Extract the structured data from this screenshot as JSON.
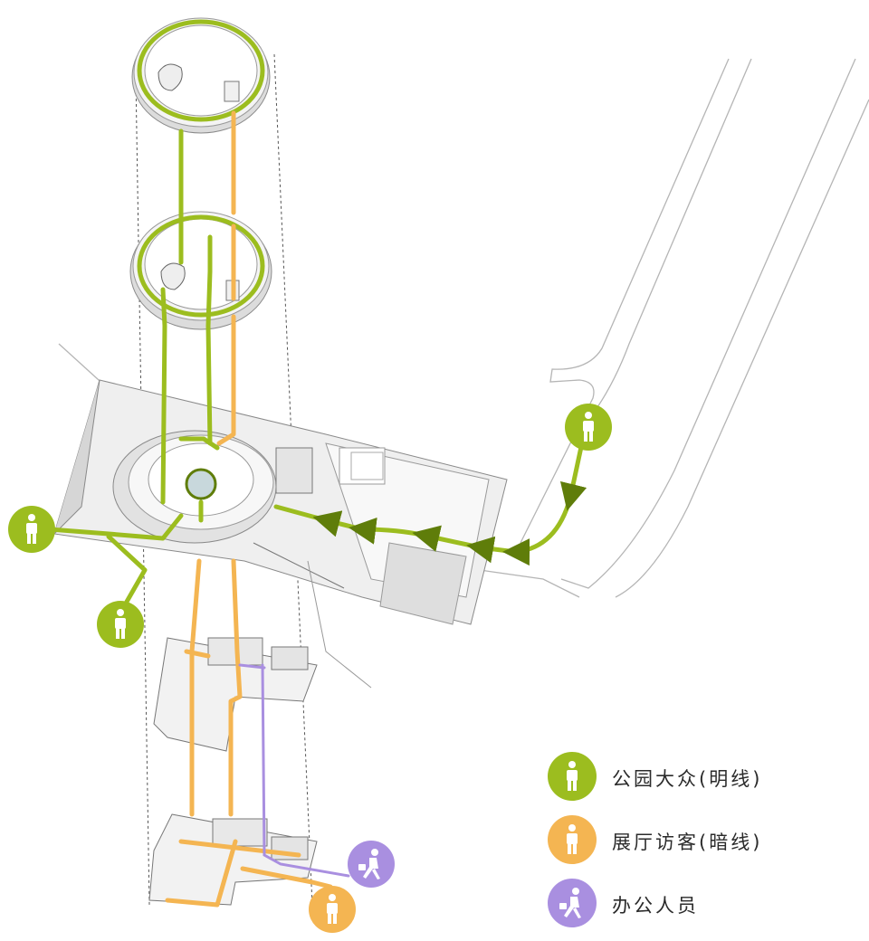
{
  "colors": {
    "public": "#9cbd1f",
    "visitor": "#f4b552",
    "staff": "#a98fe0",
    "outline": "#8a8a8a",
    "slab": "#e9e9e9"
  },
  "icons": {
    "public": "person-icon",
    "visitor": "person-icon",
    "staff": "walking-person-with-bag-icon"
  },
  "legend": {
    "items": [
      {
        "key": "public",
        "label": "公园大众(明线)"
      },
      {
        "key": "visitor",
        "label": "展厅访客(暗线)"
      },
      {
        "key": "staff",
        "label": "办公人员"
      }
    ]
  }
}
